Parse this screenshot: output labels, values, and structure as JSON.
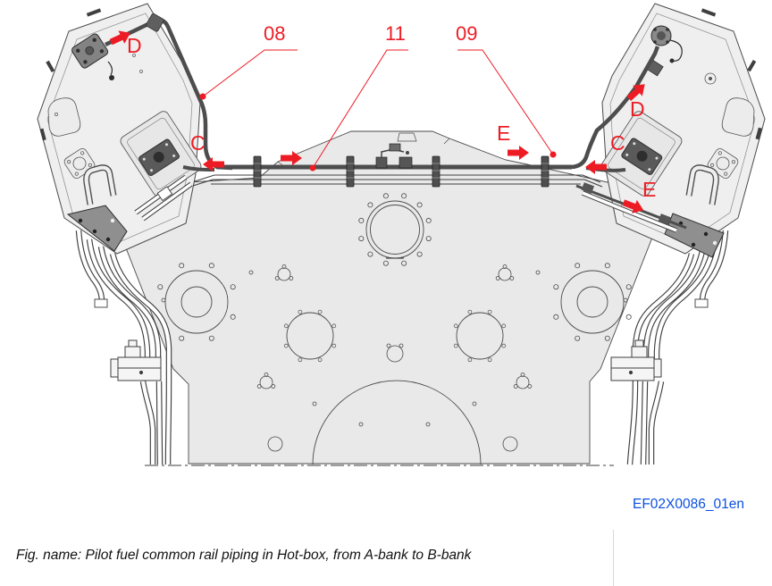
{
  "figure": {
    "code": "EF02X0086_01en",
    "caption": "Fig. name: Pilot fuel common rail piping in Hot-box, from A-bank to B-bank"
  },
  "callouts": {
    "part_08": "08",
    "part_11": "11",
    "part_09": "09"
  },
  "flow_labels": {
    "d_left": "D",
    "c_left": "C",
    "e_left": "E",
    "d_right": "D",
    "c_right": "C",
    "e_right": "E"
  },
  "colors": {
    "annotation_red": "#ED1C24",
    "figure_code_blue": "#0B50E0",
    "engine_fill": "#E9E9E9",
    "hotbox_fill": "#EFEFEF",
    "pipe_dark": "#4D4D4D",
    "outline": "#3C3C3C"
  }
}
